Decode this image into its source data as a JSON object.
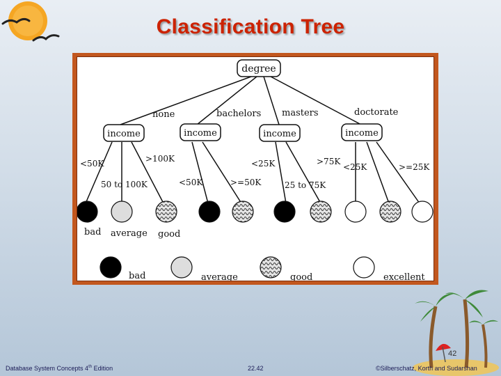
{
  "slide": {
    "title": "Classification Tree",
    "page_number": "42",
    "footer_left_prefix": "Database System Concepts 4",
    "footer_left_sup": "th",
    "footer_left_suffix": " Edition",
    "footer_center": "22.42",
    "footer_right": "©Silberschatz, Korth and Sudarshan"
  },
  "tree": {
    "root": "degree",
    "branches": [
      "none",
      "bachelors",
      "masters",
      "doctorate"
    ],
    "level2": [
      "income",
      "income",
      "income",
      "income"
    ],
    "income_branches": [
      "<50K",
      ">100K",
      "50 to 100K",
      "<50K",
      ">=50K",
      "<25K",
      ">75K",
      "25 to 75K",
      "<25K",
      ">=25K"
    ],
    "leaf_labels": [
      "bad",
      "average",
      "good"
    ]
  },
  "legend": {
    "items": [
      "bad",
      "average",
      "good",
      "excellent"
    ]
  },
  "colors": {
    "title": "#cc2200",
    "frame": "#c2571e",
    "bad": "#000000",
    "average": "#dddddd",
    "good": "#aaaaaa",
    "excellent": "#ffffff"
  }
}
